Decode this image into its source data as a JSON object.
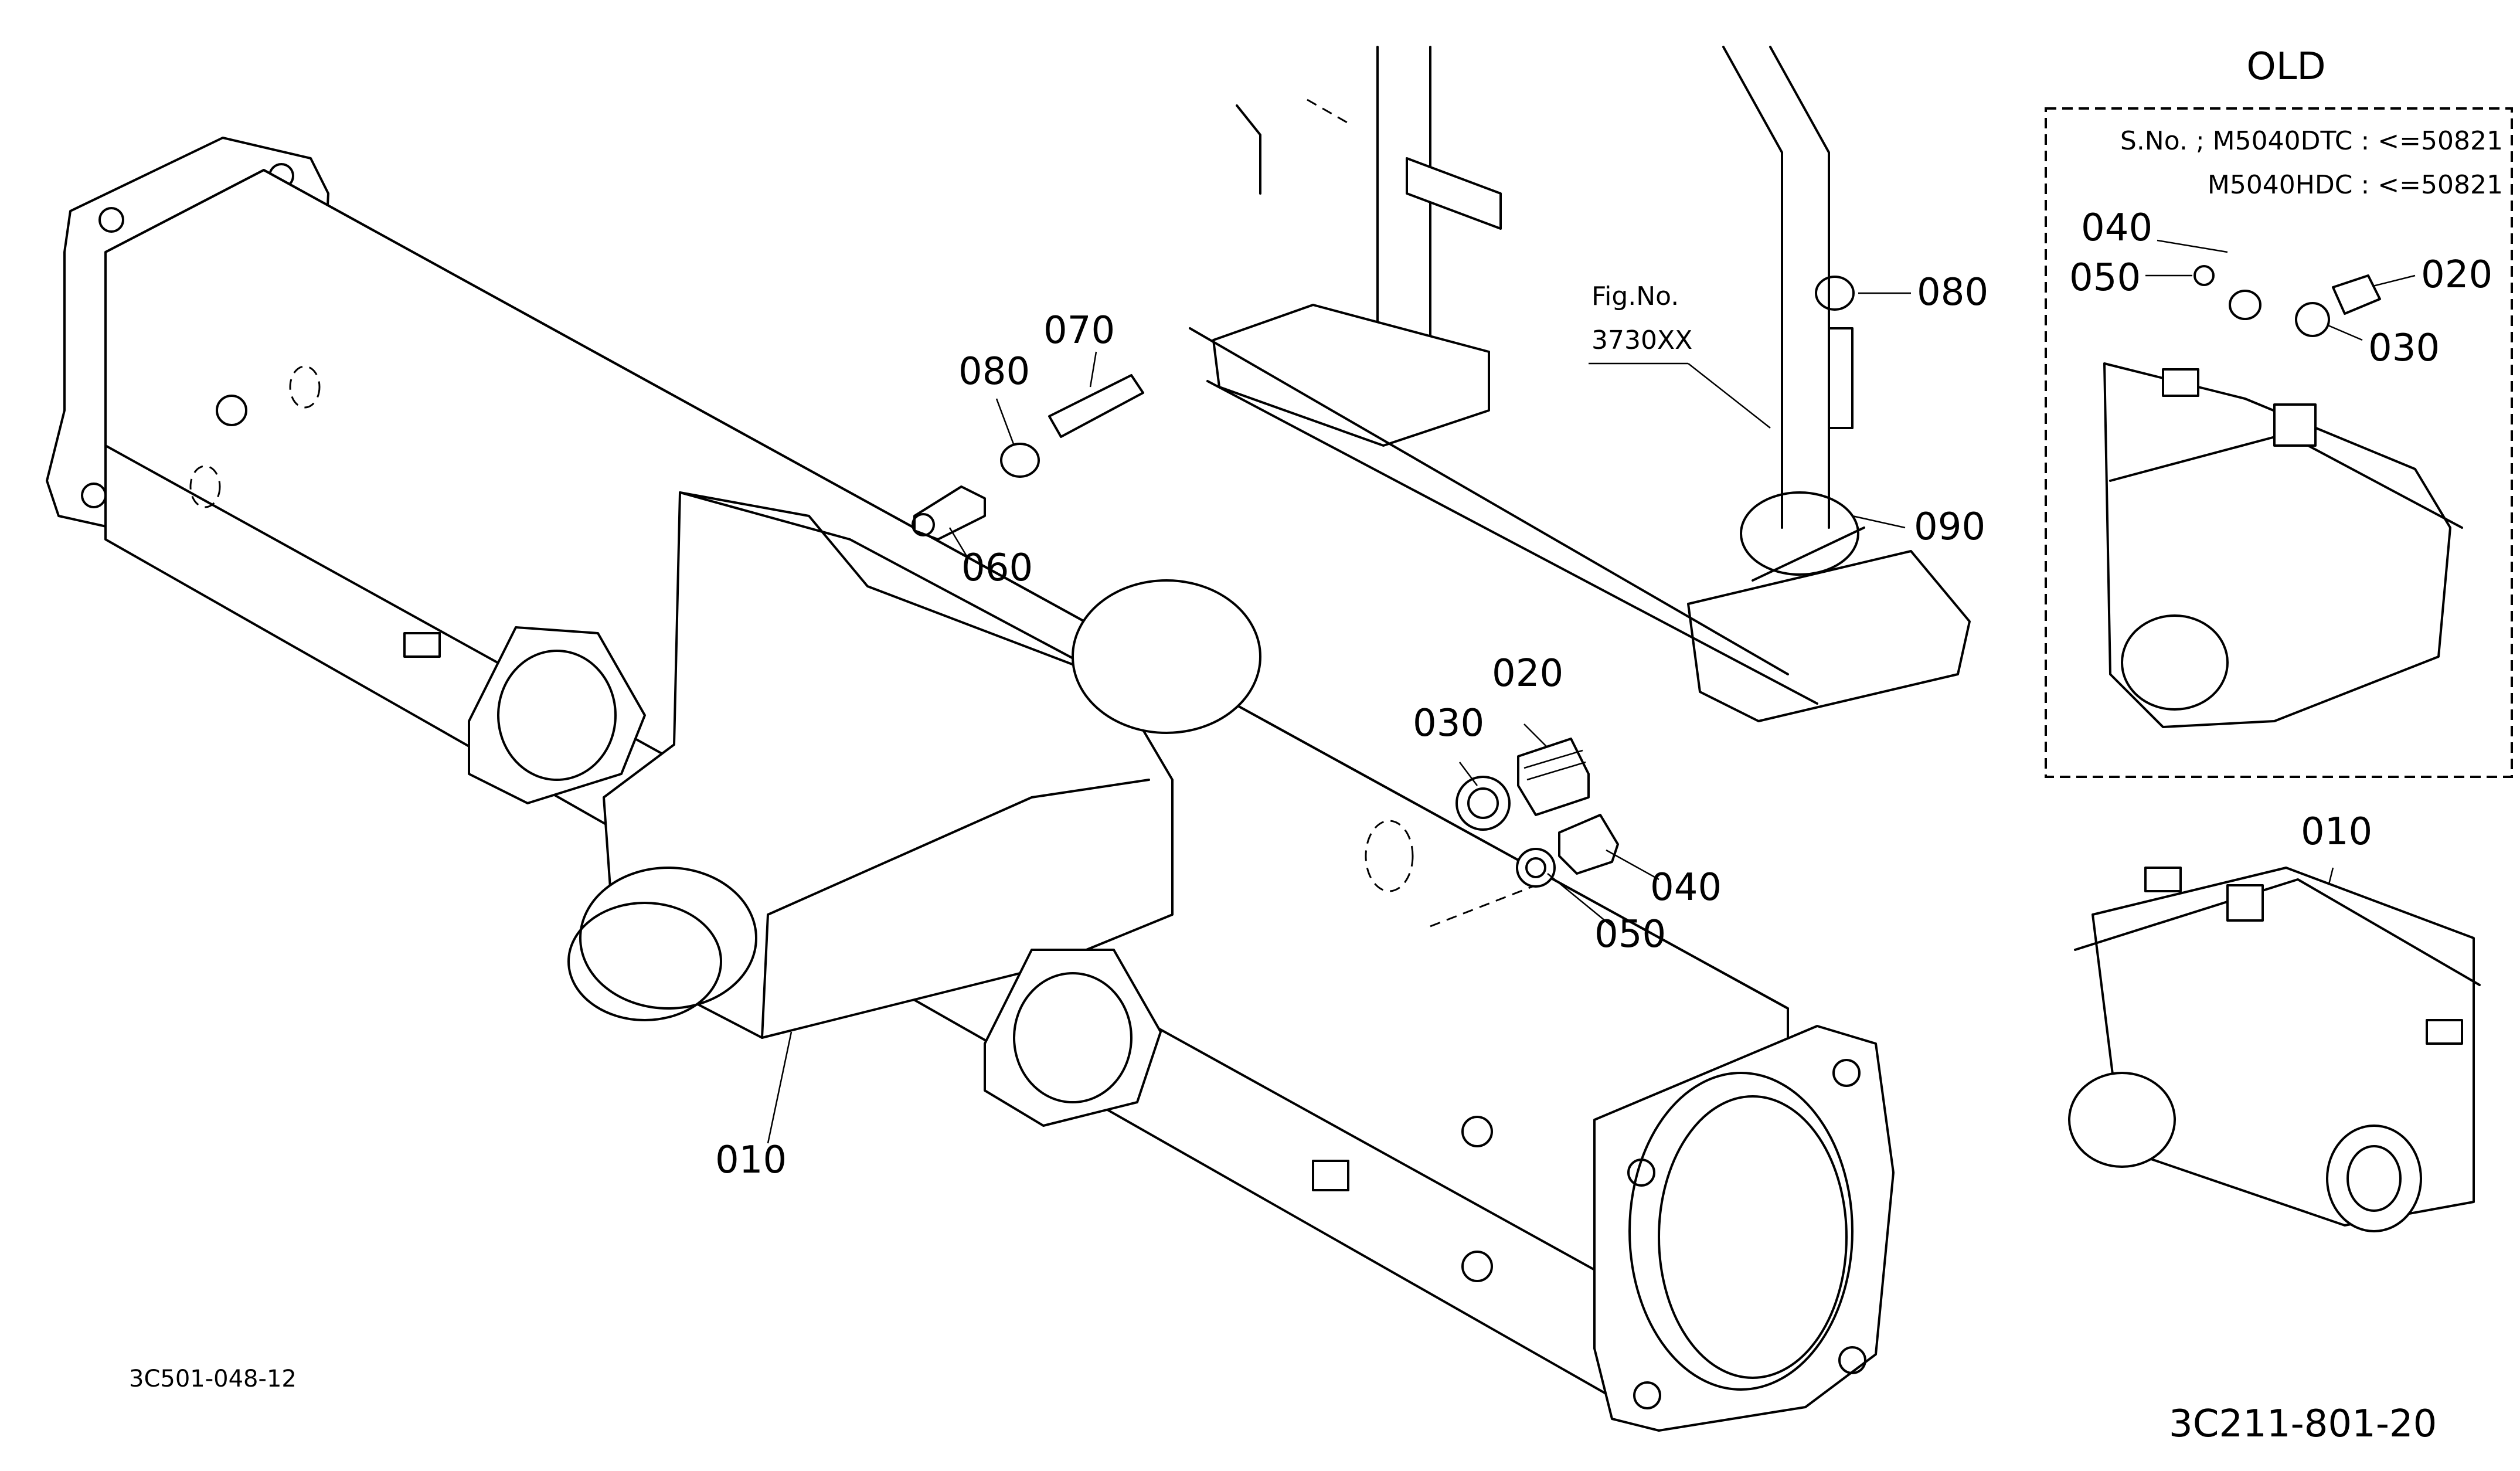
{
  "title": "OLD",
  "old_box": {
    "serial_line1": "S.No. ; M5040DTC : <=50821",
    "serial_line2": "M5040HDC : <=50821"
  },
  "parts": {
    "p010": "010",
    "p020": "020",
    "p030": "030",
    "p040": "040",
    "p050": "050",
    "p060": "060",
    "p070": "070",
    "p080": "080",
    "p090": "090"
  },
  "fig_ref": {
    "line1": "Fig.No.",
    "line2": "3730XX"
  },
  "codes": {
    "left": "3C501-048-12",
    "right": "3C211-801-20"
  }
}
